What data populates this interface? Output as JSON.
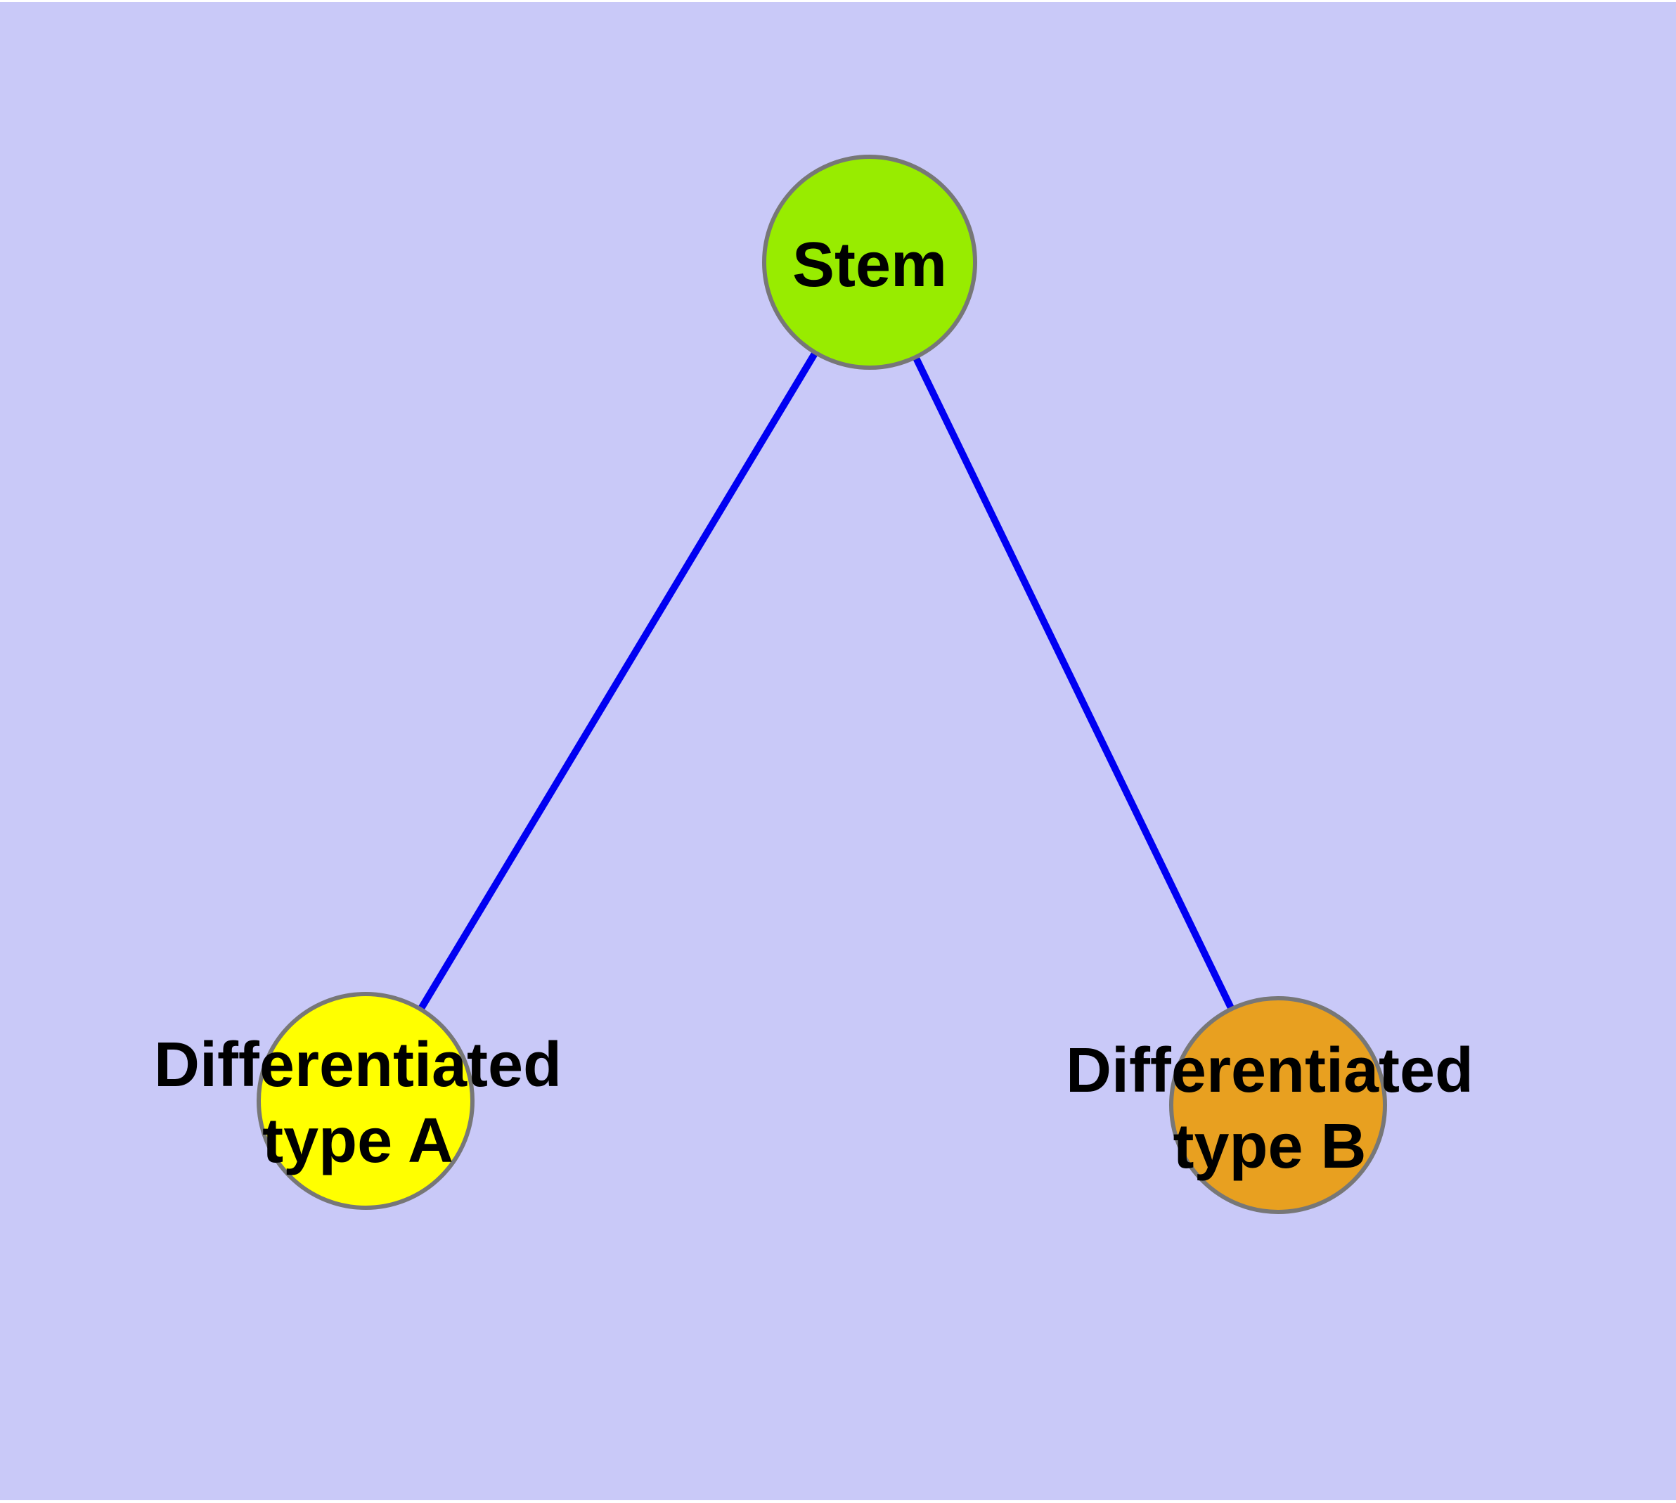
{
  "diagram": {
    "colors": {
      "background": "#C9C9F8",
      "edge": "#0000F2",
      "node_border": "#777777",
      "label_text": "#000000"
    },
    "nodes": [
      {
        "id": "stem",
        "label": "Stem",
        "fill": "#98EC00"
      },
      {
        "id": "differentiated-type-a",
        "label_line1": "Differentiated",
        "label_line2": "type A",
        "fill": "#FFFF00"
      },
      {
        "id": "differentiated-type-b",
        "label_line1": "Differentiated",
        "label_line2": "type B",
        "fill": "#E8A020"
      }
    ],
    "edges": [
      {
        "from": "Stem",
        "to": "Differentiated type A"
      },
      {
        "from": "Stem",
        "to": "Differentiated type B"
      }
    ]
  }
}
